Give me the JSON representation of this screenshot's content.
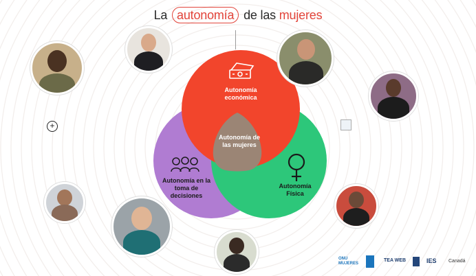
{
  "title": {
    "pre": "La",
    "highlight": "autonomía",
    "mid": "de las",
    "accent": "mujeres"
  },
  "diagram": {
    "economic": "Autonomía económica",
    "center": "Autonomía de las mujeres",
    "decisions": "Autonomía en la toma de decisiones",
    "physical": "Autonomía Física"
  },
  "colors": {
    "economic": "#f2452c",
    "decisions": "#b07cd2",
    "physical": "#2dc77a",
    "center": "#9b8575",
    "title_accent": "#e2443a"
  },
  "icons": [
    "money-icon",
    "women-group-icon",
    "female-symbol-icon",
    "plus-icon"
  ],
  "logos": {
    "un_women": "ONU MUJERES",
    "tea_web": "TEA WEB",
    "ies": "IES",
    "canada": "Canadá"
  }
}
